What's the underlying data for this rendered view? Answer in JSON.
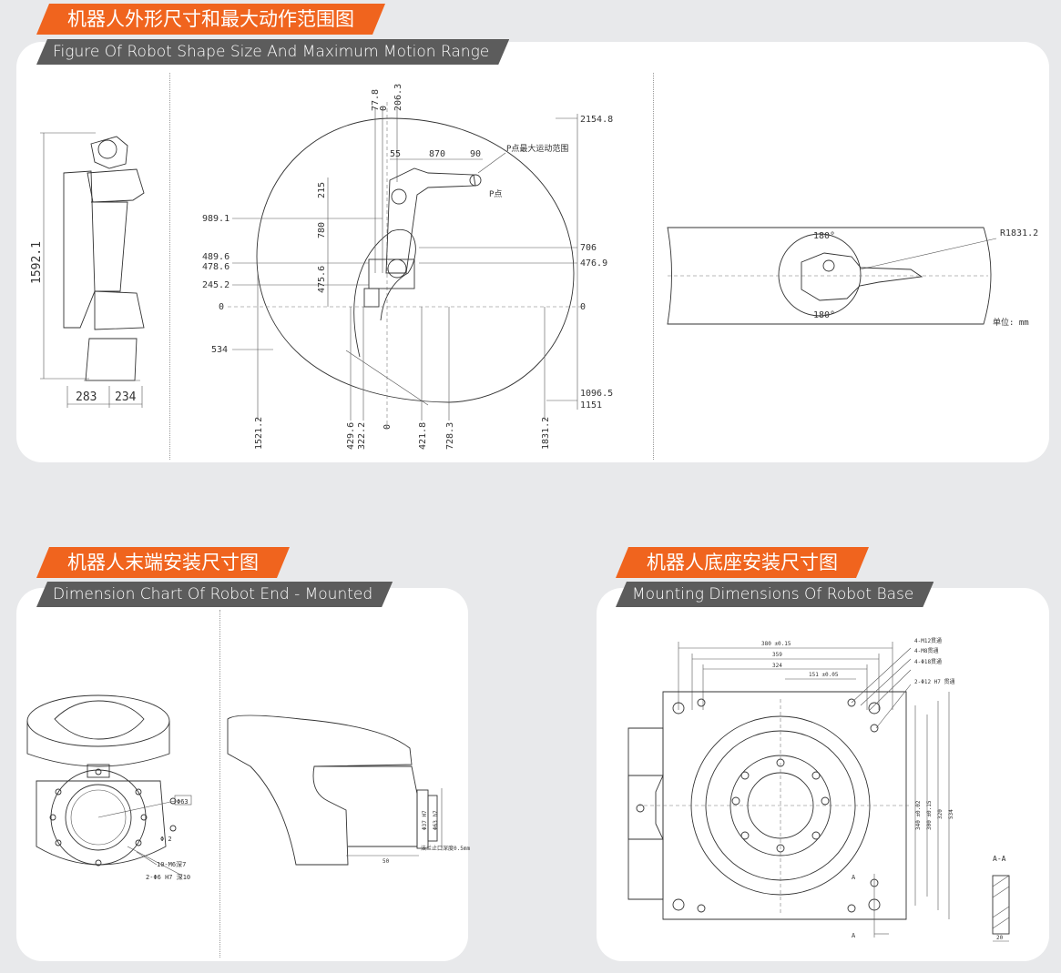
{
  "section_main": {
    "title_cn": "机器人外形尺寸和最大动作范围图",
    "title_en": "Figure Of Robot Shape Size And Maximum Motion Range"
  },
  "section_end": {
    "title_cn": "机器人末端安装尺寸图",
    "title_en": "Dimension Chart Of Robot End - Mounted"
  },
  "section_base": {
    "title_cn": "机器人底座安装尺寸图",
    "title_en": "Mounting Dimensions Of Robot Base"
  },
  "side_view": {
    "height": "1592.1",
    "base_left": "283",
    "base_right": "234"
  },
  "range_view": {
    "top_labels": [
      "77.8",
      "0",
      "206.3"
    ],
    "dims": [
      "55",
      "870",
      "90"
    ],
    "p_range_note": "P点最大运动范围",
    "p_point": "P点",
    "left_v": [
      "215",
      "780",
      "475.6"
    ],
    "left_levels": [
      "989.1",
      "489.6",
      "478.6",
      "245.2",
      "0",
      "534"
    ],
    "right_levels": [
      "2154.8",
      "706",
      "476.9",
      "0",
      "1096.5",
      "1151"
    ],
    "bottom_labels": [
      "1521.2",
      "429.6",
      "322.2",
      "0",
      "421.8",
      "728.3",
      "1831.2"
    ]
  },
  "top_view": {
    "radius": "R1831.2",
    "angle_top": "180°",
    "angle_bottom": "180°",
    "unit": "单位: mm"
  },
  "end_view": {
    "pcd": "Φ63",
    "hole_note_1": "10-M6深7",
    "hole_note_2": "2-Φ6 H7 深10",
    "mid_note": "Φ 2",
    "side_w": "50",
    "side_note": "法兰止口深度0.5mm",
    "side_d1": "Φ37 H7",
    "side_d2": "Φ63 h7"
  },
  "base_view": {
    "w1": "380 ±0.15",
    "w2": "359",
    "w3": "324",
    "w4": "151 ±0.05",
    "note1": "4-M12贯通",
    "note2": "4-M8贯通",
    "note3": "4-Φ18贯通",
    "note4": "2-Φ12 H7 贯通",
    "h1": "340 ±0.02",
    "h2": "300 ±0.15",
    "h3": "320",
    "h4": "534",
    "section_mark": "A",
    "section_label": "A-A",
    "section_w": "20"
  }
}
